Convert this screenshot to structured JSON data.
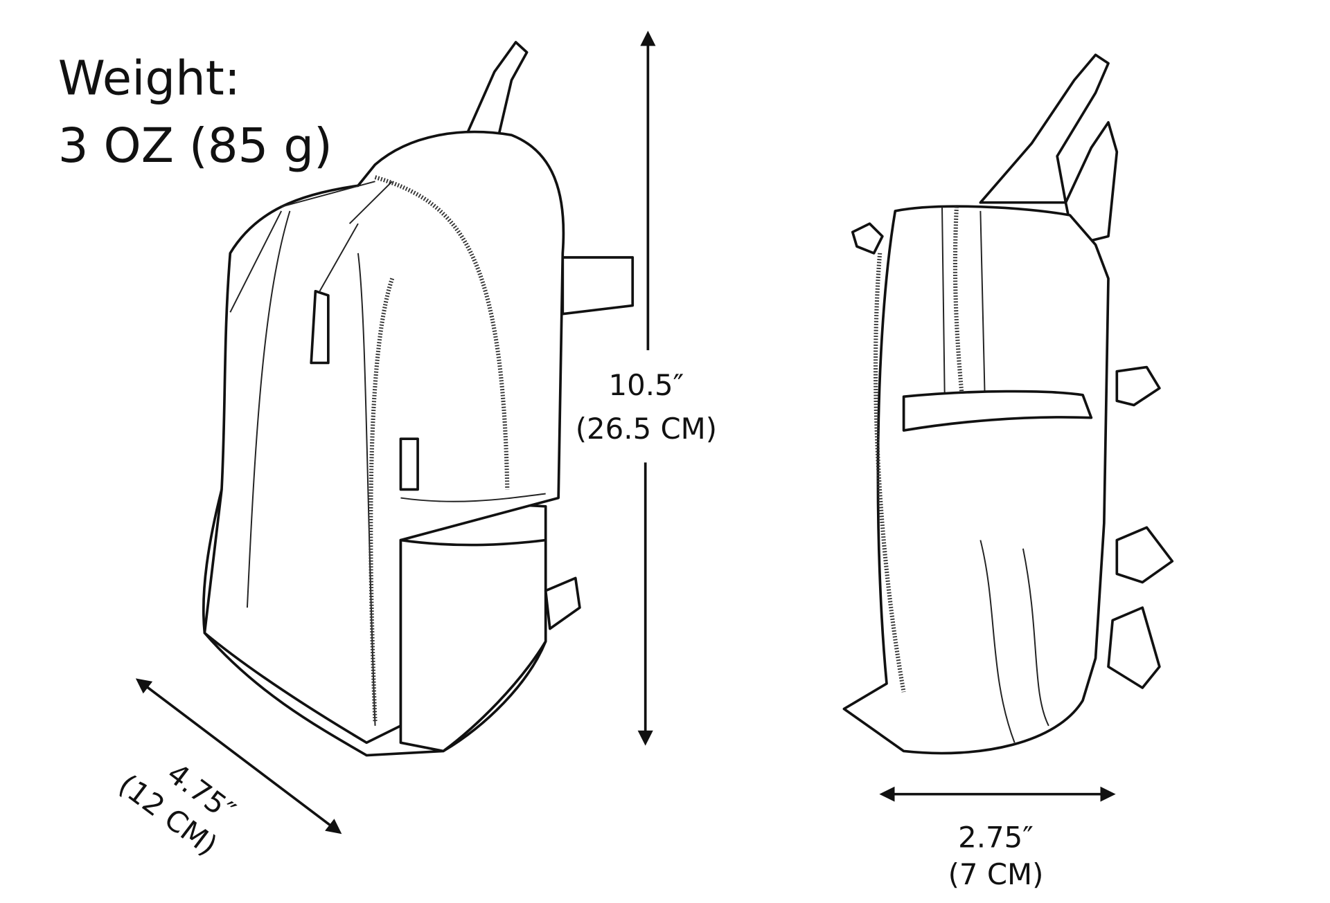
{
  "weight": {
    "label": "Weight:",
    "value": "3 OZ (85 g)"
  },
  "dimensions": {
    "height": {
      "imperial": "10.5″",
      "metric": "(26.5 CM)"
    },
    "depth_front": {
      "imperial": "4.75″",
      "metric": "(12 CM)"
    },
    "depth_side": {
      "imperial": "2.75″",
      "metric": "(7 CM)"
    }
  }
}
